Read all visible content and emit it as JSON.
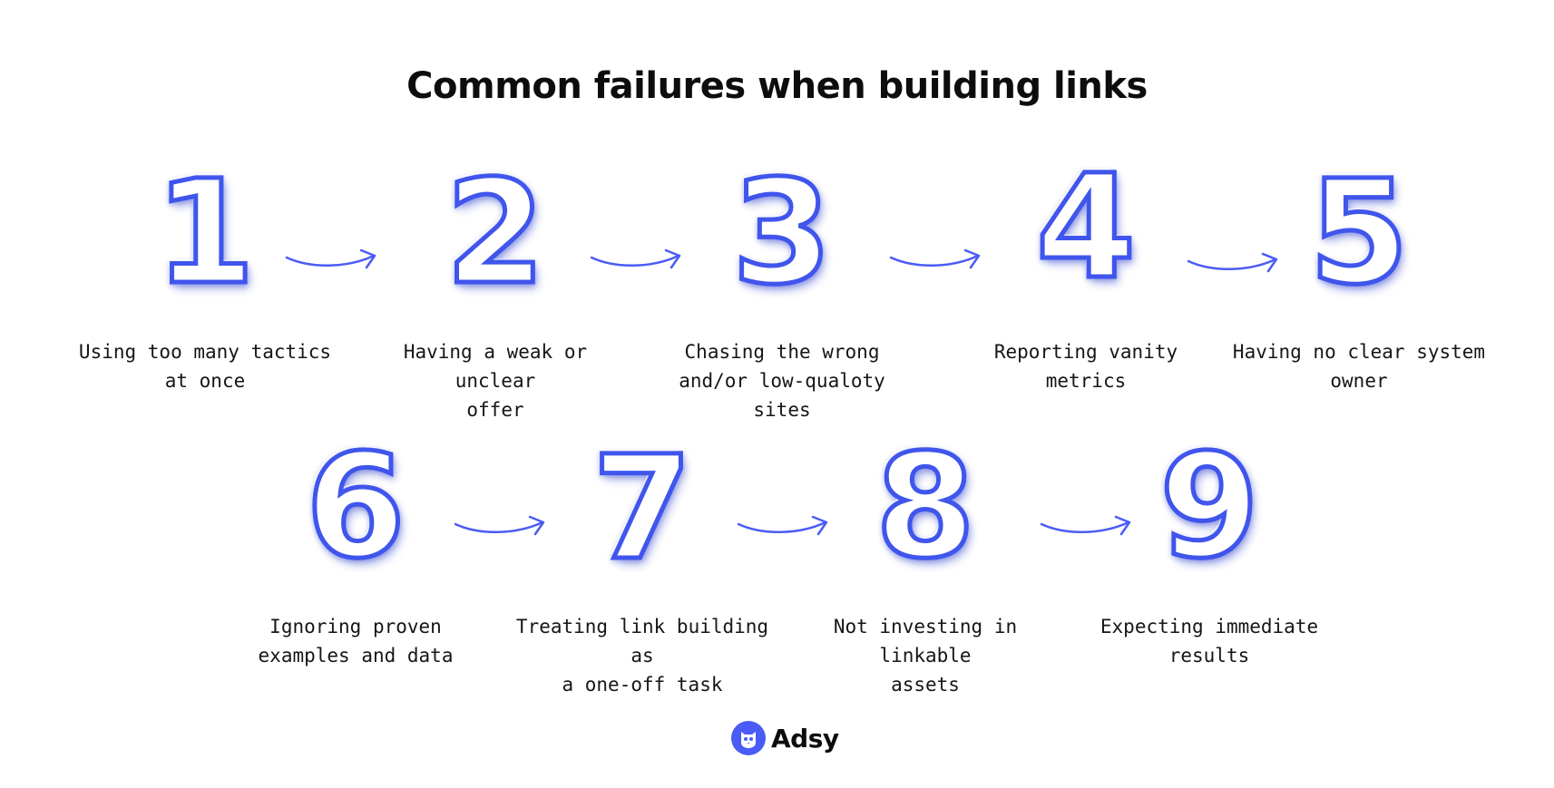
{
  "title": "Common failures when building links",
  "accent_color": "#4a5cf5",
  "steps": [
    {
      "number": "1",
      "label": "Using too many tactics\nat once"
    },
    {
      "number": "2",
      "label": "Having a weak or unclear\noffer"
    },
    {
      "number": "3",
      "label": "Chasing the wrong\nand/or low-qualoty sites"
    },
    {
      "number": "4",
      "label": "Reporting vanity\nmetrics"
    },
    {
      "number": "5",
      "label": "Having no clear system\nowner"
    },
    {
      "number": "6",
      "label": "Ignoring proven\nexamples and data"
    },
    {
      "number": "7",
      "label": "Treating link building as\na one-off task"
    },
    {
      "number": "8",
      "label": "Not investing in linkable\nassets"
    },
    {
      "number": "9",
      "label": "Expecting immediate\nresults"
    }
  ],
  "logo": {
    "text": "Adsy",
    "icon": "owl-icon"
  }
}
